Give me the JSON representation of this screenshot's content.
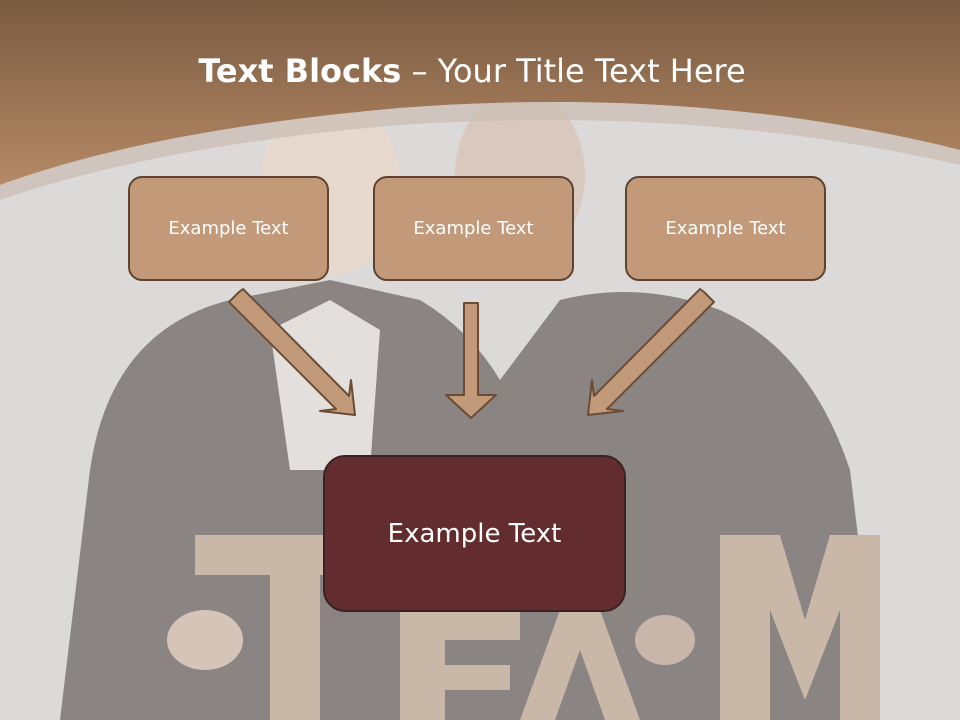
{
  "slide": {
    "title_bold": "Text Blocks",
    "title_dash": " – ",
    "title_rest": "Your Title Text Here",
    "boxes": [
      {
        "label": "Example Text"
      },
      {
        "label": "Example Text"
      },
      {
        "label": "Example Text"
      }
    ],
    "main_box": {
      "label": "Example Text"
    },
    "background_watermark": "TEAM"
  },
  "colors": {
    "header_brown": "#a97f5c",
    "box_fill": "#c29a7a",
    "box_border": "#5e4330",
    "main_fill": "#632d2f",
    "arrow_fill": "#c29a7a"
  }
}
